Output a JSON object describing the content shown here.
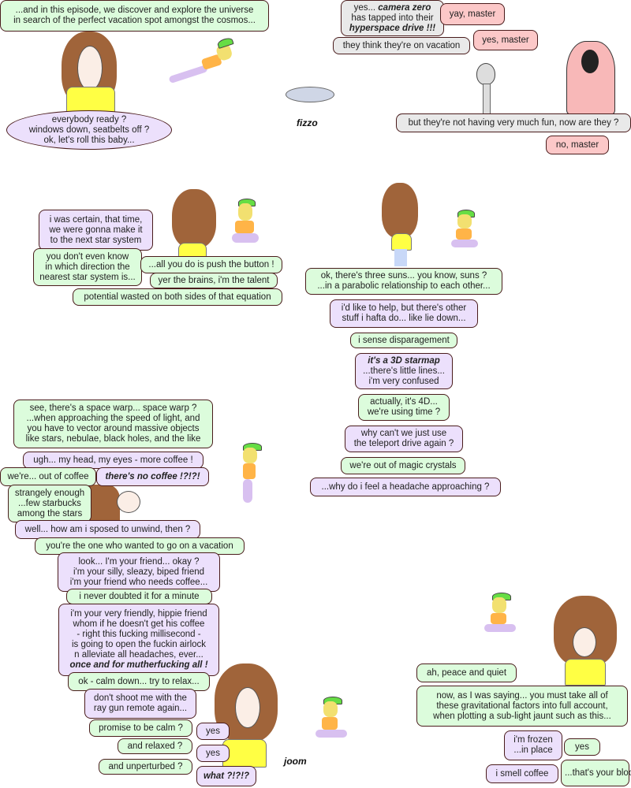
{
  "captions": {
    "fizzo": "fizzo",
    "joom": "joom"
  },
  "colors": {
    "green": "#dcfcdc",
    "purple": "#ece0fc",
    "gray": "#e9e9e9",
    "pink": "#fcc8c8",
    "border": "#4a1c1c"
  },
  "bubbles": [
    {
      "c": "green",
      "lines": [
        [
          "...and in this episode, we discover and explore the universe"
        ],
        [
          "in search of the perfect vacation spot amongst the cosmos..."
        ]
      ]
    },
    {
      "c": "purple",
      "shape": "ellipse",
      "lines": [
        [
          "everybody ready ?"
        ],
        [
          "windows down, seatbelts off ?"
        ],
        [
          "ok, let's roll this baby..."
        ]
      ]
    },
    {
      "c": "gray",
      "lines": [
        [
          "yes... ",
          {
            "em": "camera zero"
          }
        ],
        [
          "has tapped into their"
        ],
        [
          {
            "em": "hyperspace drive !!!"
          }
        ]
      ]
    },
    {
      "c": "pink",
      "lines": [
        [
          "yay, master"
        ]
      ]
    },
    {
      "c": "gray",
      "lines": [
        [
          "they think they're on vacation"
        ]
      ]
    },
    {
      "c": "pink",
      "lines": [
        [
          "yes, master"
        ]
      ]
    },
    {
      "c": "gray",
      "lines": [
        [
          "but they're not having very much fun, now  are they ?"
        ]
      ]
    },
    {
      "c": "pink",
      "lines": [
        [
          "no, master"
        ]
      ]
    },
    {
      "c": "purple",
      "lines": [
        [
          "i was certain, that time,"
        ],
        [
          "we were gonna make it"
        ],
        [
          "to the next star system"
        ]
      ]
    },
    {
      "c": "green",
      "lines": [
        [
          "you don't even know"
        ],
        [
          "in which direction the"
        ],
        [
          "nearest star system is..."
        ]
      ]
    },
    {
      "c": "green",
      "lines": [
        [
          "...all you do is push the button !"
        ]
      ]
    },
    {
      "c": "green",
      "lines": [
        [
          "yer the brains, i'm the talent"
        ]
      ]
    },
    {
      "c": "green",
      "lines": [
        [
          "potential wasted on both sides of that equation"
        ]
      ]
    },
    {
      "c": "green",
      "lines": [
        [
          "ok, there's three suns... you know, suns ?"
        ],
        [
          "...in a parabolic relationship to each other..."
        ]
      ]
    },
    {
      "c": "purple",
      "lines": [
        [
          "i'd like to help, but there's other"
        ],
        [
          "stuff i hafta do... like lie down..."
        ]
      ]
    },
    {
      "c": "green",
      "lines": [
        [
          "i sense disparagement"
        ]
      ]
    },
    {
      "c": "purple",
      "lines": [
        [
          {
            "em": "it's a 3D starmap"
          }
        ],
        [
          "...there's little lines..."
        ],
        [
          "i'm very confused"
        ]
      ]
    },
    {
      "c": "green",
      "lines": [
        [
          "actually, it's 4D..."
        ],
        [
          "we're using time ?"
        ]
      ]
    },
    {
      "c": "purple",
      "lines": [
        [
          "why can't we just use"
        ],
        [
          "the teleport drive again ?"
        ]
      ]
    },
    {
      "c": "green",
      "lines": [
        [
          "we're out of magic crystals"
        ]
      ]
    },
    {
      "c": "purple",
      "lines": [
        [
          "...why do i feel a headache approaching ?"
        ]
      ]
    },
    {
      "c": "green",
      "lines": [
        [
          "see, there's a space warp... space warp ?"
        ],
        [
          "...when approaching the speed of light, and"
        ],
        [
          "you have to vector around massive objects"
        ],
        [
          "like stars, nebulae, black holes, and the like"
        ]
      ]
    },
    {
      "c": "purple",
      "lines": [
        [
          "ugh... my head, my eyes - more coffee !"
        ]
      ]
    },
    {
      "c": "green",
      "lines": [
        [
          "we're... out of coffee"
        ]
      ]
    },
    {
      "c": "purple",
      "lines": [
        [
          {
            "em": "there's no coffee !?!?!"
          }
        ]
      ]
    },
    {
      "c": "green",
      "lines": [
        [
          "strangely enough"
        ],
        [
          "...few starbucks"
        ],
        [
          "among the stars"
        ]
      ]
    },
    {
      "c": "purple",
      "lines": [
        [
          "well... how am i sposed to unwind, then ?"
        ]
      ]
    },
    {
      "c": "green",
      "lines": [
        [
          "you're the one who wanted to go on a vacation"
        ]
      ]
    },
    {
      "c": "purple",
      "lines": [
        [
          "look... I'm your friend... okay ?"
        ],
        [
          "i'm your silly, sleazy, biped friend"
        ],
        [
          "i'm your friend who needs coffee..."
        ]
      ]
    },
    {
      "c": "green",
      "lines": [
        [
          "i never doubted it for a minute"
        ]
      ]
    },
    {
      "c": "purple",
      "lines": [
        [
          "i'm your very friendly, hippie friend"
        ],
        [
          "whom if he doesn't get his coffee"
        ],
        [
          "- right this fucking millisecond -"
        ],
        [
          "is going to open the fuckin airlock"
        ],
        [
          "n alleviate all headaches, ever..."
        ],
        [
          {
            "em": "once and for mutherfucking all !"
          }
        ]
      ]
    },
    {
      "c": "green",
      "lines": [
        [
          "ok - calm down... try to relax..."
        ]
      ]
    },
    {
      "c": "purple",
      "lines": [
        [
          "don't shoot me with the"
        ],
        [
          "ray gun remote again..."
        ]
      ]
    },
    {
      "c": "green",
      "lines": [
        [
          "promise to be calm ?"
        ]
      ]
    },
    {
      "c": "green",
      "lines": [
        [
          "and relaxed ?"
        ]
      ]
    },
    {
      "c": "green",
      "lines": [
        [
          "and unperturbed ?"
        ]
      ]
    },
    {
      "c": "purple",
      "lines": [
        [
          "yes"
        ]
      ]
    },
    {
      "c": "purple",
      "lines": [
        [
          "yes"
        ]
      ]
    },
    {
      "c": "purple",
      "lines": [
        [
          {
            "em": "what ?!?!?"
          }
        ]
      ]
    },
    {
      "c": "green",
      "lines": [
        [
          "ah, peace and quiet"
        ]
      ]
    },
    {
      "c": "green",
      "lines": [
        [
          "now, as I was saying... you must take all of"
        ],
        [
          "these gravitational factors into full account,"
        ],
        [
          "when plotting a sub-light jaunt such as this..."
        ]
      ]
    },
    {
      "c": "purple",
      "lines": [
        [
          "i'm frozen"
        ],
        [
          "...in place"
        ]
      ]
    },
    {
      "c": "green",
      "lines": [
        [
          "yes"
        ]
      ]
    },
    {
      "c": "purple",
      "lines": [
        [
          "i smell coffee"
        ]
      ]
    },
    {
      "c": "green",
      "lines": [
        [
          "...that's your blood settling"
        ]
      ]
    }
  ]
}
